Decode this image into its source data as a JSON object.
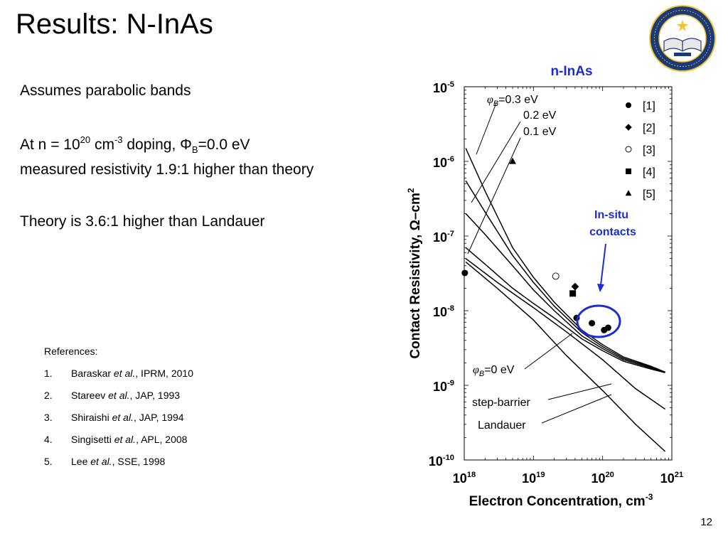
{
  "slide": {
    "title": "Results: N-InAs",
    "line1": "Assumes  parabolic bands",
    "line2_a": "At n = 10",
    "line2_sup1": "20",
    "line2_b": " cm",
    "line2_sup2": "-3",
    "line2_c": "  doping, Φ",
    "line2_sub": "B",
    "line2_d": "=0.0 eV",
    "line3": "measured resistivity 1.9:1 higher than theory",
    "line4": "Theory is 3.6:1 higher than  Landauer",
    "page_number": "12",
    "seal_text": "UNIVERSITY OF CALIFORNIA · SANTA BARBARA · LET THERE BE LIGHT · 1868"
  },
  "references": {
    "title": "References:",
    "items": [
      {
        "num": "1.",
        "author": "Baraskar ",
        "etal": "et al.",
        "rest": ", IPRM, 2010"
      },
      {
        "num": "2.",
        "author": "Stareev ",
        "etal": "et al.",
        "rest": ", JAP, 1993"
      },
      {
        "num": "3.",
        "author": "Shiraishi ",
        "etal": "et al.",
        "rest": ", JAP, 1994"
      },
      {
        "num": "4.",
        "author": "Singisetti ",
        "etal": "et al.",
        "rest": ", APL, 2008"
      },
      {
        "num": "5.",
        "author": "Lee ",
        "etal": "et al.",
        "rest": ", SSE, 1998"
      }
    ]
  },
  "chart_data": {
    "type": "line",
    "title": "n-InAs",
    "xlabel": "Electron Concentration, cm-3",
    "ylabel": "Contact Resistivity, Ω–cm2",
    "x_scale": "log",
    "y_scale": "log",
    "xlim": [
      1e+18,
      1e+21
    ],
    "ylim": [
      1e-10,
      1e-05
    ],
    "x_ticks": [
      {
        "base": "10",
        "exp": "18",
        "value": 1e+18
      },
      {
        "base": "10",
        "exp": "19",
        "value": 1e+19
      },
      {
        "base": "10",
        "exp": "20",
        "value": 1e+20
      },
      {
        "base": "10",
        "exp": "21",
        "value": 1e+21
      }
    ],
    "y_ticks": [
      {
        "base": "10",
        "exp": "-5",
        "value": 1e-05
      },
      {
        "base": "10",
        "exp": "-6",
        "value": 1e-06
      },
      {
        "base": "10",
        "exp": "-7",
        "value": 1e-07
      },
      {
        "base": "10",
        "exp": "-8",
        "value": 1e-08
      },
      {
        "base": "10",
        "exp": "-9",
        "value": 1e-09
      },
      {
        "base": "10",
        "exp": "-10",
        "value": 1e-10
      }
    ],
    "series": [
      {
        "name": "φB=0.3 eV",
        "x": [
          1.05e+18,
          2e+18,
          5e+18,
          1e+19,
          2e+19,
          5e+19,
          1e+20,
          2e+20,
          5e+20,
          8e+20
        ],
        "y": [
          1.5e-06,
          4e-07,
          7e-08,
          2.8e-08,
          1.3e-08,
          5.5e-09,
          3.5e-09,
          2.4e-09,
          1.8e-09,
          1.5e-09
        ]
      },
      {
        "name": "φB=0.2 eV",
        "x": [
          1.05e+18,
          2e+18,
          5e+18,
          1e+19,
          2e+19,
          5e+19,
          1e+20,
          2e+20,
          5e+20,
          8e+20
        ],
        "y": [
          5.5e-07,
          2.1e-07,
          5.5e-08,
          2.4e-08,
          1.15e-08,
          5.1e-09,
          3.3e-09,
          2.3e-09,
          1.75e-09,
          1.5e-09
        ]
      },
      {
        "name": "φB=0.1 eV",
        "x": [
          1.05e+18,
          2e+18,
          5e+18,
          1e+19,
          2e+19,
          5e+19,
          1e+20,
          2e+20,
          5e+20,
          8e+20
        ],
        "y": [
          2e-07,
          1.05e-07,
          4e-08,
          1.9e-08,
          1e-08,
          4.6e-09,
          3.1e-09,
          2.2e-09,
          1.7e-09,
          1.5e-09
        ]
      },
      {
        "name": "φB=0 eV",
        "x": [
          1.05e+18,
          2e+18,
          5e+18,
          1e+19,
          2e+19,
          5e+19,
          1e+20,
          2e+20,
          5e+20,
          8e+20
        ],
        "y": [
          7e-08,
          4.2e-08,
          2e-08,
          1.25e-08,
          8e-09,
          4.2e-09,
          2.9e-09,
          2.1e-09,
          1.65e-09,
          1.48e-09
        ]
      },
      {
        "name": "step-barrier",
        "x": [
          1.05e+18,
          3e+18,
          1e+19,
          3e+19,
          1e+20,
          3e+20,
          8e+20
        ],
        "y": [
          5e-08,
          2.4e-08,
          1.1e-08,
          5.2e-09,
          2.2e-09,
          9e-10,
          4.8e-10
        ]
      },
      {
        "name": "Landauer",
        "x": [
          1.05e+18,
          3e+18,
          1e+19,
          3e+19,
          1e+20,
          3e+20,
          8e+20
        ],
        "y": [
          4.5e-08,
          2e-08,
          7.5e-09,
          2.5e-09,
          8.5e-10,
          3e-10,
          1.3e-10
        ]
      }
    ],
    "curve_labels": [
      {
        "pre": "φ",
        "sub": "B",
        "post": "=0.3 eV"
      },
      {
        "pre": "",
        "sub": "",
        "post": "0.2 eV"
      },
      {
        "pre": "",
        "sub": "",
        "post": "0.1 eV"
      },
      {
        "pre": "φ",
        "sub": "B",
        "post": "=0 eV"
      },
      {
        "pre": "",
        "sub": "",
        "post": "step-barrier"
      },
      {
        "pre": "",
        "sub": "",
        "post": "Landauer"
      }
    ],
    "data_points": [
      {
        "ref": "[1]",
        "marker": "filled-circle",
        "points": [
          [
            1.02e+18,
            3.2e-08
          ],
          [
            4.2e+19,
            8e-09
          ],
          [
            7e+19,
            6.8e-09
          ],
          [
            1.05e+20,
            5.5e-09
          ],
          [
            1.2e+20,
            5.9e-09
          ]
        ]
      },
      {
        "ref": "[2]",
        "marker": "filled-diamond",
        "points": [
          [
            4e+19,
            2.1e-08
          ]
        ]
      },
      {
        "ref": "[3]",
        "marker": "open-circle",
        "points": [
          [
            2.1e+19,
            2.9e-08
          ]
        ]
      },
      {
        "ref": "[4]",
        "marker": "filled-square",
        "points": [
          [
            3.7e+19,
            1.7e-08
          ]
        ]
      },
      {
        "ref": "[5]",
        "marker": "filled-triangle",
        "points": [
          [
            5e+18,
            1e-06
          ]
        ]
      }
    ],
    "legend": {
      "placement": "top-right",
      "entries": [
        "[1]",
        "[2]",
        "[3]",
        "[4]",
        "[5]"
      ]
    },
    "annotation": {
      "text_line1": "In-situ",
      "text_line2": "contacts",
      "color": "#1a2cd6"
    },
    "colors": {
      "axis": "#000000",
      "title": "#1a2cd6",
      "annotation": "#1a2cd6"
    }
  }
}
